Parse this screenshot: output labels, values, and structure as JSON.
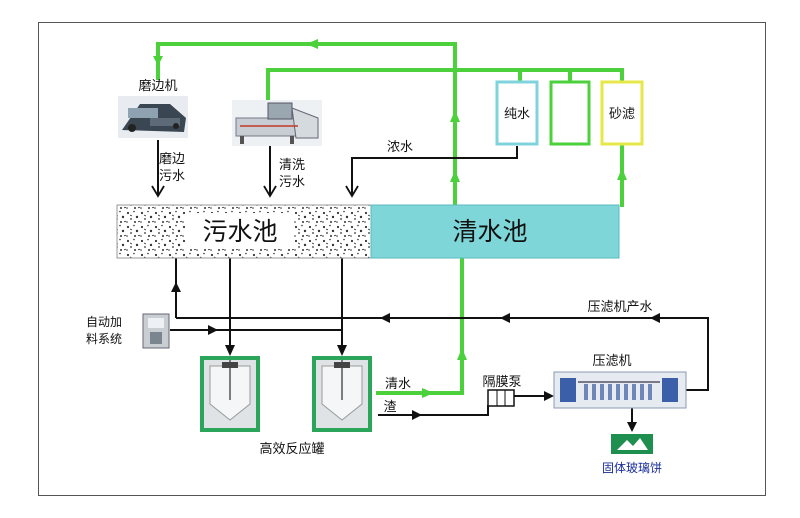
{
  "diagram": {
    "nodes": {
      "edge_grinder": "磨边机",
      "grinder_wastewater_line1": "磨边",
      "grinder_wastewater_line2": "污水",
      "wash_wastewater_line1": "清洗",
      "wash_wastewater_line2": "污水",
      "concentrate": "浓水",
      "pure_water": "纯水",
      "sand_filter": "砂滤",
      "sewage_tank": "污水池",
      "clean_tank": "清水池",
      "auto_dosing_line1": "自动加",
      "auto_dosing_line2": "料系统",
      "filter_press_water": "压滤机产水",
      "filter_press": "压滤机",
      "clean_water_out": "清水",
      "sludge_out": "渣",
      "diaphragm_pump": "隔膜泵",
      "reactor": "高效反应罐",
      "solid_cake": "固体玻璃饼"
    },
    "colors": {
      "green_line": "#4cd13c",
      "black_line": "#111111",
      "clean_tank_fill": "#7fd6d9",
      "pure_water_box": "#7fd3dd",
      "sand_filter_box": "#e6e84a",
      "solid_cake_label": "#1a2e9a",
      "cake_icon_bg": "#1f8f4f"
    }
  }
}
